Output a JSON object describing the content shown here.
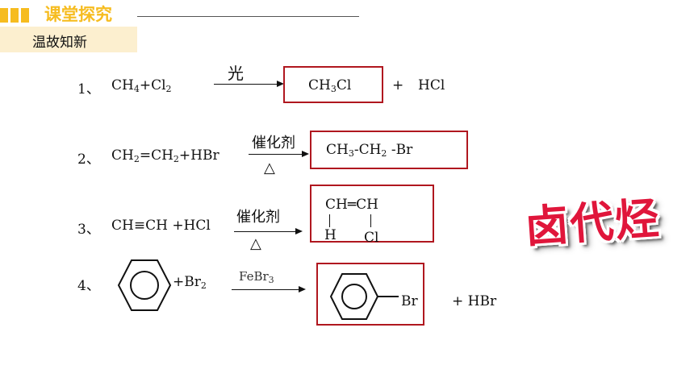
{
  "header": {
    "title": "课堂探究",
    "subtitle": "温故知新"
  },
  "reactions": [
    {
      "number": "1、",
      "cond_top": "光",
      "plus": "+",
      "byproduct": "HCl"
    },
    {
      "number": "2、",
      "cond_top": "催化剂",
      "cond_bottom": "△"
    },
    {
      "number": "3、",
      "reactant": "CH≡CH +HCl",
      "cond_top": "催化剂",
      "cond_bottom": "△",
      "prod_top": "CH═CH",
      "prod_h": "H",
      "prod_cl": "Cl"
    },
    {
      "number": "4、",
      "reactant_suffix": "+Br",
      "reactant_sub": "2",
      "cond_top": "FeBr",
      "cond_sub": "3",
      "prod_substituent": "Br",
      "byproduct": "+ HBr"
    }
  ],
  "side_label": "卤代烃",
  "colors": {
    "accent_yellow": "#f6bc1f",
    "banner_bg": "#fcefcf",
    "box_red": "#b0171f",
    "halo_red": "#e0163b"
  }
}
